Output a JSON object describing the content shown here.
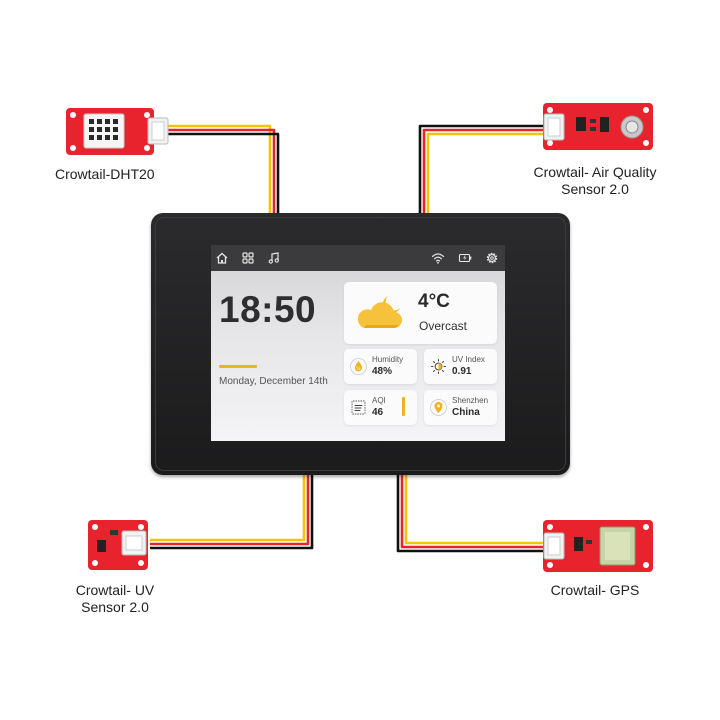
{
  "modules": {
    "dht20": {
      "label": "Crowtail-DHT20"
    },
    "air_quality": {
      "label_line1": "Crowtail- Air Quality",
      "label_line2": "Sensor 2.0"
    },
    "uv": {
      "label_line1": "Crowtail- UV",
      "label_line2": "Sensor 2.0"
    },
    "gps": {
      "label": "Crowtail- GPS"
    }
  },
  "statusbar": {
    "left_icons": [
      "home-icon",
      "apps-icon",
      "music-icon"
    ],
    "right_icons": [
      "wifi-icon",
      "battery-charging-icon",
      "settings-icon"
    ]
  },
  "dashboard": {
    "time": "18:50",
    "date": "Monday, December 14th",
    "weather": {
      "temperature": "4°C",
      "condition": "Overcast",
      "icon": "cloud-moon-icon"
    },
    "humidity": {
      "label": "Humidity",
      "value": "48%"
    },
    "uv_index": {
      "label": "UV Index",
      "value": "0.91"
    },
    "aqi": {
      "label": "AQI",
      "value": "46"
    },
    "location": {
      "city": "Shenzhen",
      "country": "China"
    }
  },
  "colors": {
    "board_red": "#e8232d",
    "wire_yellow": "#f5c400",
    "wire_red": "#e4262c",
    "wire_black": "#111111",
    "accent": "#f2b21c",
    "device_body": "#222224"
  }
}
